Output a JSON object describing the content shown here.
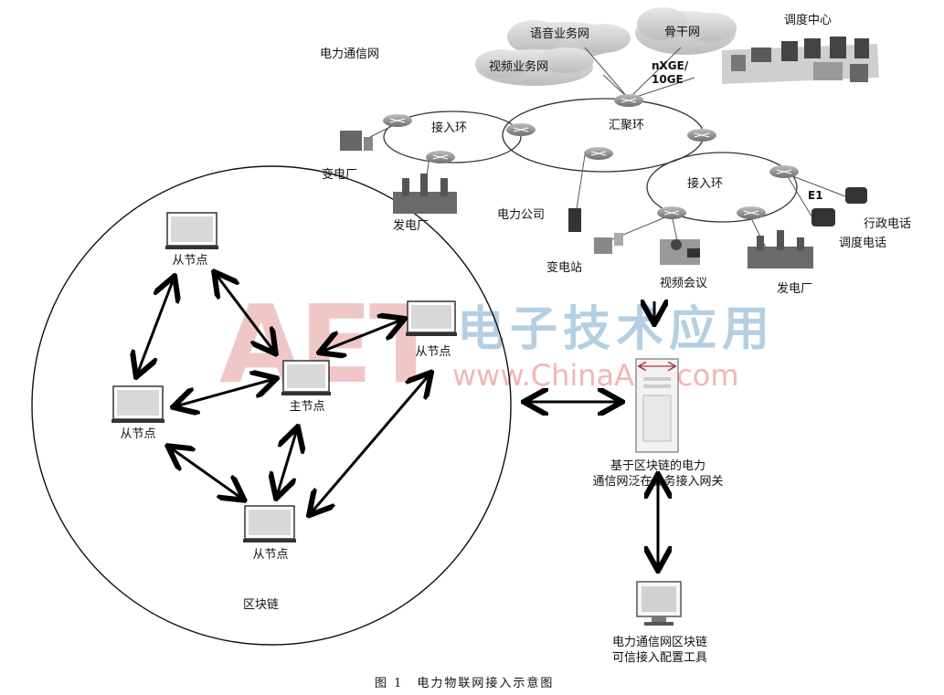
{
  "network": {
    "title": "电力通信网",
    "clouds": [
      "语音业务网",
      "骨干网",
      "视频业务网"
    ],
    "dispatch_center": "调度中心",
    "link_speed_1": "nXGE/",
    "link_speed_2": "10GE",
    "aggregation_ring": "汇聚环",
    "access_ring_left": "接入环",
    "access_ring_right": "接入环",
    "substation_plant": "变电厂",
    "power_plant_left": "发电厂",
    "power_company": "电力公司",
    "substation": "变电站",
    "video_conference": "视频会议",
    "power_plant_right": "发电厂",
    "e1": "E1",
    "admin_phone": "行政电话",
    "dispatch_phone": "调度电话"
  },
  "blockchain": {
    "label": "区块链",
    "master_node": "主节点",
    "slave_node_1": "从节点",
    "slave_node_2": "从节点",
    "slave_node_3": "从节点",
    "slave_node_4": "从节点"
  },
  "gateway": {
    "line1": "基于区块链的电力",
    "line2": "通信网泛在业务接入网关"
  },
  "config_tool": {
    "line1": "电力通信网区块链",
    "line2": "可信接入配置工具"
  },
  "caption": "图 1　电力物联网接入示意图",
  "watermark": {
    "brand": "AET",
    "cn": "电子技术应用",
    "url": "www.ChinaAET.com"
  }
}
